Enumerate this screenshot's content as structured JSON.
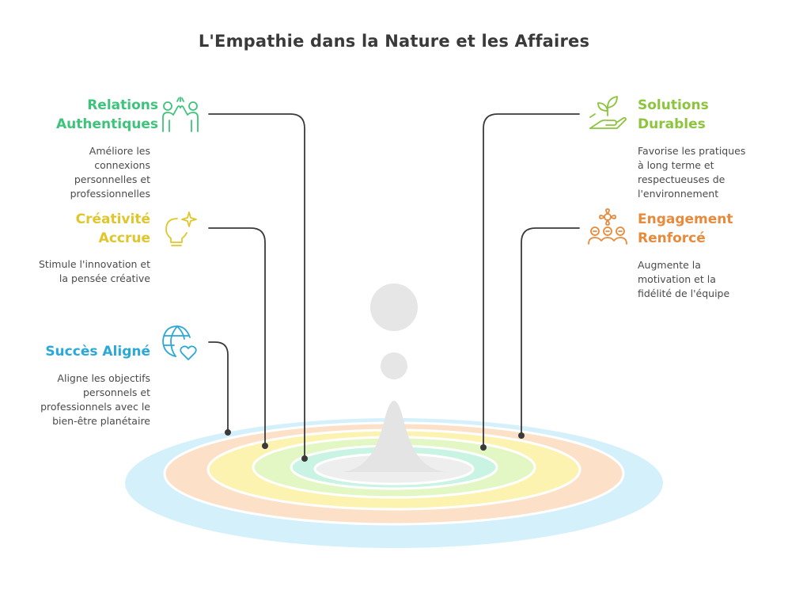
{
  "title": "L'Empathie dans la Nature et les Affaires",
  "items": [
    {
      "id": "relations",
      "heading": "Relations Authentiques",
      "heading_lines": [
        "Relations",
        "Authentiques"
      ],
      "description_lines": [
        "Améliore les",
        "connexions",
        "personnelles et",
        "professionnelles"
      ],
      "color": "#3ec47a",
      "icon": "high-five-icon"
    },
    {
      "id": "creativite",
      "heading": "Créativité Accrue",
      "heading_lines": [
        "Créativité",
        "Accrue"
      ],
      "description_lines": [
        "Stimule l'innovation et",
        "la pensée créative"
      ],
      "color": "#e0c62a",
      "icon": "lightbulb-sparkle-icon"
    },
    {
      "id": "succes",
      "heading": "Succès Aligné",
      "heading_lines": [
        "Succès Aligné"
      ],
      "description_lines": [
        "Aligne les objectifs",
        "personnels et",
        "professionnels avec le",
        "bien-être planétaire"
      ],
      "color": "#2aa8d8",
      "icon": "globe-heart-icon"
    },
    {
      "id": "solutions",
      "heading": "Solutions Durables",
      "heading_lines": [
        "Solutions",
        "Durables"
      ],
      "description_lines": [
        "Favorise les pratiques",
        "à long terme et",
        "respectueuses de",
        "l'environnement"
      ],
      "color": "#8cc43c",
      "icon": "sprout-hand-icon"
    },
    {
      "id": "engagement",
      "heading": "Engagement Renforcé",
      "heading_lines": [
        "Engagement",
        "Renforcé"
      ],
      "description_lines": [
        "Augmente la",
        "motivation et la",
        "fidélité de l'équipe"
      ],
      "color": "#e88a3c",
      "icon": "team-flower-icon"
    }
  ],
  "ring_colors": [
    "#d4f0fb",
    "#fde0c8",
    "#fdf3b0",
    "#e3f7c4",
    "#c9f3e2",
    "#eeeeee"
  ]
}
